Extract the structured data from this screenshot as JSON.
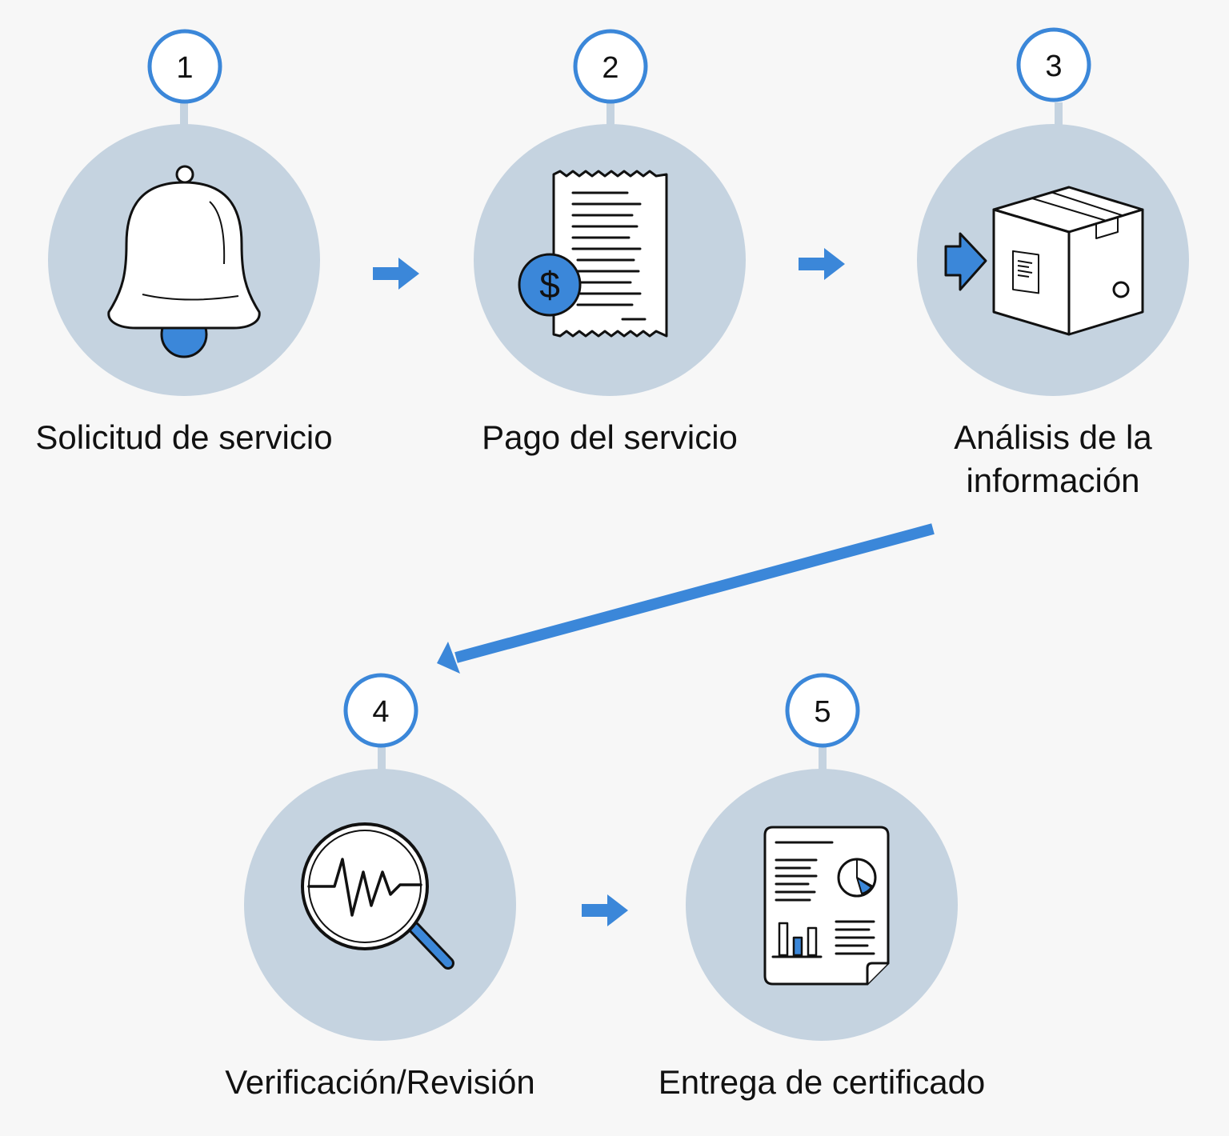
{
  "colors": {
    "accent": "#3b87d9",
    "circle_fill": "#c5d3e0",
    "background": "#f7f7f7",
    "ink": "#111111"
  },
  "steps": [
    {
      "number": "1",
      "label": "Solicitud de servicio",
      "icon": "bell-icon"
    },
    {
      "number": "2",
      "label": "Pago del servicio",
      "icon": "receipt-dollar-icon"
    },
    {
      "number": "3",
      "label": "Análisis de la información",
      "icon": "box-arrow-icon"
    },
    {
      "number": "4",
      "label": "Verificación/Revisión",
      "icon": "magnifier-waveform-icon"
    },
    {
      "number": "5",
      "label": "Entrega de certificado",
      "icon": "report-document-icon"
    }
  ]
}
